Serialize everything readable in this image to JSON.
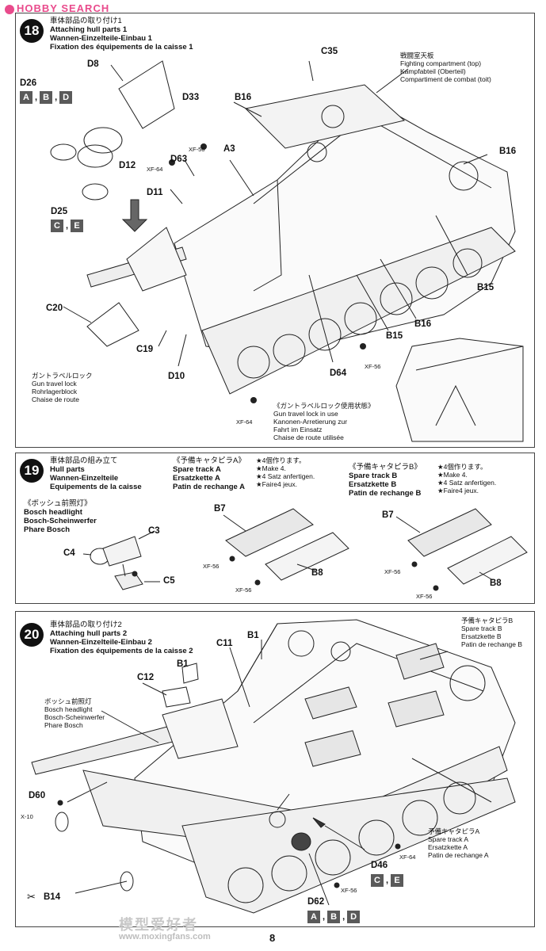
{
  "watermark_top": "HOBBY SEARCH",
  "watermark_bottom_cn": "模型爱好者",
  "watermark_bottom_url": "www.moxingfans.com",
  "page_number": "8",
  "step18": {
    "number": "18",
    "title_jp": "車体部品の取り付け1",
    "title_en": "Attaching hull parts 1",
    "title_de": "Wannen-Einzelteile-Einbau 1",
    "title_fr": "Fixation des équipements de la caisse 1",
    "fc_jp": "戦闘室天板",
    "fc_en": "Fighting compartment (top)",
    "fc_de": "Kampfabteil (Oberteil)",
    "fc_fr": "Compartiment de combat (toit)",
    "gtl_jp": "ガントラベルロック",
    "gtl_en": "Gun travel lock",
    "gtl_de": "Rohrlagerblock",
    "gtl_fr": "Chaise de route",
    "inuse_jp": "《ガントラベルロック使用状態》",
    "inuse_en": "Gun travel lock in use",
    "inuse_de1": "Kanonen-Arretierung zur",
    "inuse_de2": "Fahrt im Einsatz",
    "inuse_fr": "Chaise de route utilisée",
    "parts": {
      "c35": "C35",
      "d8": "D8",
      "d26": "D26",
      "d33": "D33",
      "d12": "D12",
      "d25": "D25",
      "b16a": "B16",
      "b16b": "B16",
      "b16c": "B16",
      "a3": "A3",
      "d63": "D63",
      "d11": "D11",
      "c20": "C20",
      "c19": "C19",
      "d10": "D10",
      "d64": "D64",
      "b15a": "B15",
      "b15b": "B15"
    },
    "xf56a": "XF-56",
    "xf64a": "XF-64",
    "xf56b": "XF-56",
    "xf64b": "XF-64",
    "d26_opts": [
      "A",
      "B",
      "D"
    ],
    "d25_opts": [
      "C",
      "E"
    ]
  },
  "step19": {
    "number": "19",
    "title_jp": "車体部品の組み立て",
    "title_en": "Hull parts",
    "title_de": "Wannen-Einzelteile",
    "title_fr": "Equipements de la caisse",
    "bosch_jp": "《ボッシュ前照灯》",
    "bosch_en": "Bosch headlight",
    "bosch_de": "Bosch-Scheinwerfer",
    "bosch_fr": "Phare Bosch",
    "sta_jp": "《予備キャタピラA》",
    "sta_en": "Spare track A",
    "sta_de": "Ersatzkette A",
    "sta_fr": "Patin de rechange A",
    "stb_jp": "《予備キャタピラB》",
    "stb_en": "Spare track B",
    "stb_de": "Ersatzkette B",
    "stb_fr": "Patin de rechange B",
    "make_jp": "★4個作ります。",
    "make_en": "★Make 4.",
    "make_de": "★4 Satz anfertigen.",
    "make_fr": "★Faire4 jeux.",
    "make_jp2": "★4個作ります。",
    "make_en2": "★Make 4.",
    "make_de2": "★4 Satz anfertigen.",
    "make_fr2": "★Faire4 jeux.",
    "parts": {
      "c3": "C3",
      "c4": "C4",
      "c5": "C5",
      "b7a": "B7",
      "b8a": "B8",
      "b7b": "B7",
      "b8b": "B8"
    },
    "xf1": "XF-56",
    "xf2": "XF-56",
    "xf3": "XF-56",
    "xf4": "XF-56"
  },
  "step20": {
    "number": "20",
    "title_jp": "車体部品の取り付け2",
    "title_en": "Attaching hull parts 2",
    "title_de": "Wannen-Einzelteile-Einbau 2",
    "title_fr": "Fixation des équipements de la caisse 2",
    "bosch_jp": "ボッシュ前照灯",
    "bosch_en": "Bosch headlight",
    "bosch_de": "Bosch-Scheinwerfer",
    "bosch_fr": "Phare Bosch",
    "stb_jp": "予備キャタピラB",
    "stb_en": "Spare track B",
    "stb_de": "Ersatzkette B",
    "stb_fr": "Patin de rechange B",
    "sta_jp": "予備キャタピラA",
    "sta_en": "Spare track A",
    "sta_de": "Ersatzkette A",
    "sta_fr": "Patin de rechange A",
    "parts": {
      "c11": "C11",
      "b1a": "B1",
      "b1b": "B1",
      "c12": "C12",
      "d60": "D60",
      "b14": "B14",
      "d46": "D46",
      "d62": "D62"
    },
    "x10": "X-10",
    "xf64": "XF-64",
    "xf56": "XF-56",
    "d46_opts": [
      "C",
      "E"
    ],
    "d62_opts": [
      "A",
      "B",
      "D"
    ]
  },
  "colors": {
    "ink": "#111111",
    "panel_border": "#444444",
    "option_box": "#5a5a5a"
  }
}
